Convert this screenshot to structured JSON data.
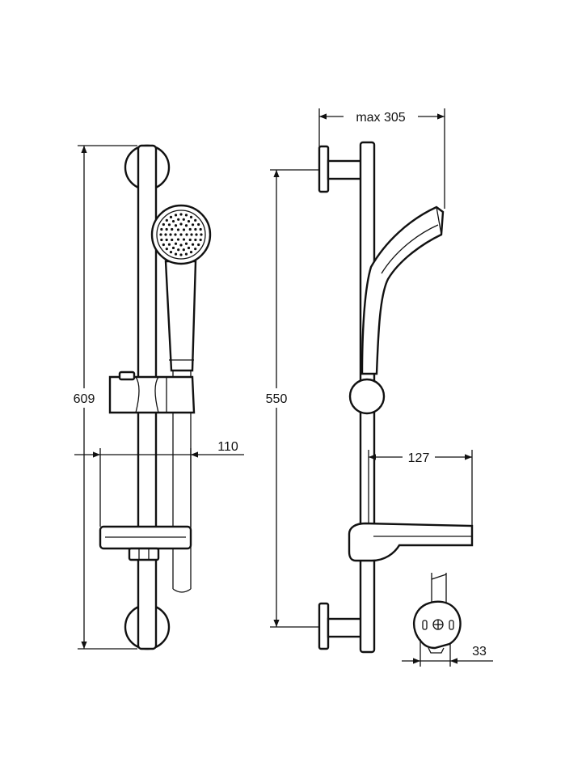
{
  "dimensions": {
    "total_height": "609",
    "bracket_spacing": "550",
    "soap_dish_width": "110",
    "max_projection": "max 305",
    "soap_dish_depth": "127",
    "slider_depth": "33"
  },
  "colors": {
    "line": "#111111",
    "background": "#ffffff"
  }
}
